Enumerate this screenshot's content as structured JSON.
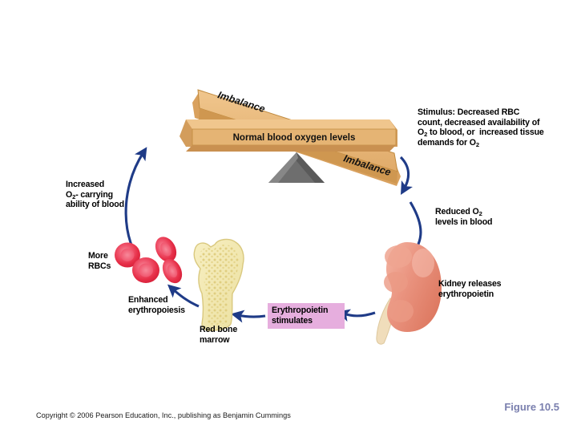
{
  "figure": {
    "number": "Figure 10.5",
    "copyright": "Copyright © 2006 Pearson Education, Inc., publishing as Benjamin Cummings"
  },
  "balance": {
    "beam_label": "Normal blood oxygen levels",
    "imbalance_top": "Imbalance",
    "imbalance_bottom": "Imbalance",
    "beam_color": "#e5b474",
    "beam_edge_color": "#c08a3e",
    "fulcrum_color": "#6e6e6e"
  },
  "labels": {
    "stimulus": "Stimulus: Decreased RBC count, decreased availability of O₂ to blood, or increased tissue demands for O₂",
    "reduced_o2": "Reduced O₂\nlevels in blood",
    "kidney_releases": "Kidney releases\nerythropoietin",
    "epo_stimulates": "Erythropoietin\nstimulates",
    "enhanced_erythropoiesis": "Enhanced\nerythropoiesis",
    "red_bone_marrow": "Red bone\nmarrow",
    "more_rbcs": "More\nRBCs",
    "increased_o2_carrying": "Increased\nO₂- carrying\nability of blood"
  },
  "colors": {
    "arrow": "#1f3b87",
    "epo_box": "#e6aede",
    "kidney": "#e8917c",
    "kidney_light": "#f3b9a8",
    "bone": "#f2e7ad",
    "bone_edge": "#ded08a",
    "rbc": "#e8314a",
    "rbc_light": "#f2647a",
    "figure_number": "#7a7fae"
  }
}
